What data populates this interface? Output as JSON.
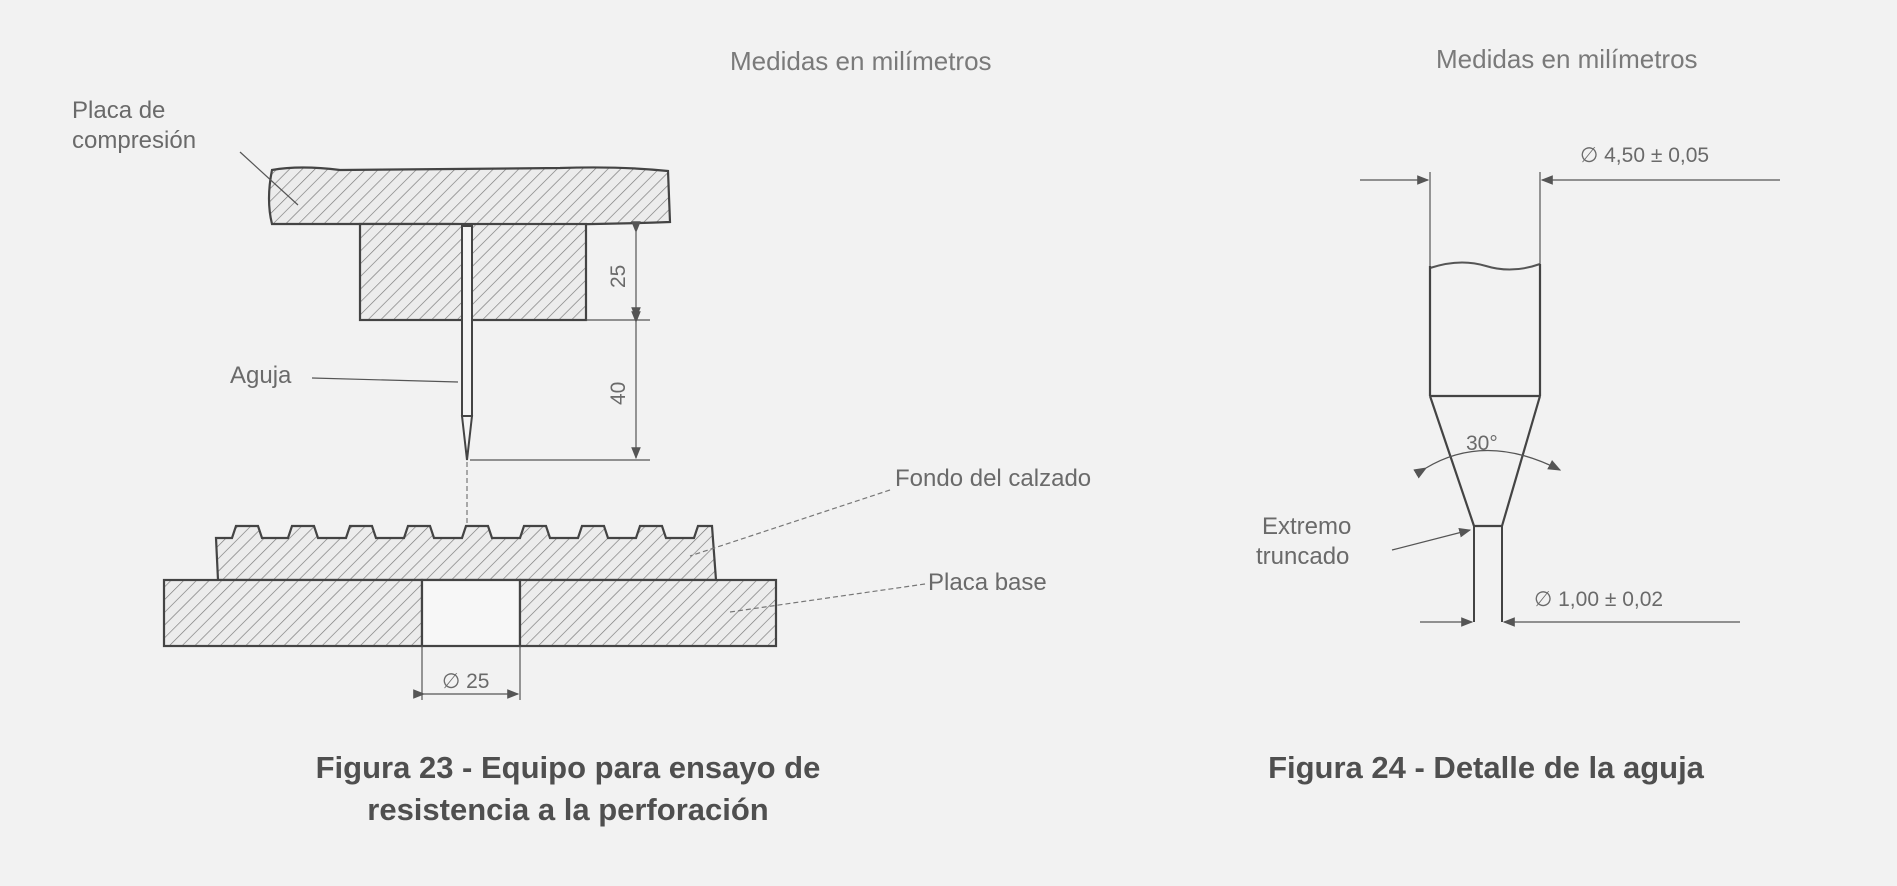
{
  "figure23": {
    "units_note": "Medidas en milímetros",
    "labels": {
      "compression_plate_line1": "Placa de",
      "compression_plate_line2": "compresión",
      "needle": "Aguja",
      "shoe_bottom": "Fondo del calzado",
      "base_plate": "Placa base"
    },
    "dimensions": {
      "block_height": "25",
      "needle_length": "40",
      "hole_diameter": "∅ 25"
    },
    "caption_line1": "Figura 23 - Equipo para ensayo de",
    "caption_line2": "resistencia a la perforación"
  },
  "figure24": {
    "units_note": "Medidas en milímetros",
    "labels": {
      "truncated_tip_line1": "Extremo",
      "truncated_tip_line2": "truncado"
    },
    "dimensions": {
      "shank_diameter": "∅ 4,50 ± 0,05",
      "angle": "30°",
      "tip_diameter": "∅ 1,00 ± 0,02"
    },
    "caption": "Figura 24 - Detalle de la aguja"
  }
}
